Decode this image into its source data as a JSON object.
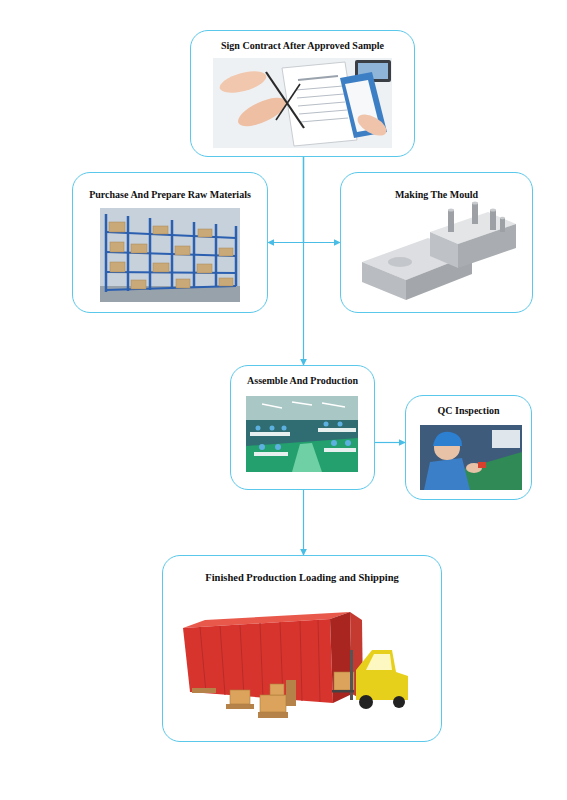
{
  "diagram": {
    "nodes": [
      {
        "text": [
          "Sign Contract After Approved Sample"
        ]
      },
      {
        "text": [
          "Purchase And Prepare Raw Materials"
        ]
      },
      {
        "text": [
          "Making The Mould"
        ]
      },
      {
        "text": [
          "Assemble And Production"
        ]
      },
      {
        "text": [
          "QC Inspection"
        ]
      },
      {
        "text": [
          "Finished Production Loading and Shipping"
        ]
      }
    ],
    "edges": [
      {
        "from": 0,
        "to": 1,
        "arrow": "to"
      },
      {
        "from": 0,
        "to": 2,
        "arrow": "to"
      },
      {
        "from": 0,
        "to": 3,
        "arrow": "to"
      },
      {
        "from": 3,
        "to": 4,
        "arrow": "to"
      },
      {
        "from": 3,
        "to": 5,
        "arrow": "to"
      }
    ]
  }
}
